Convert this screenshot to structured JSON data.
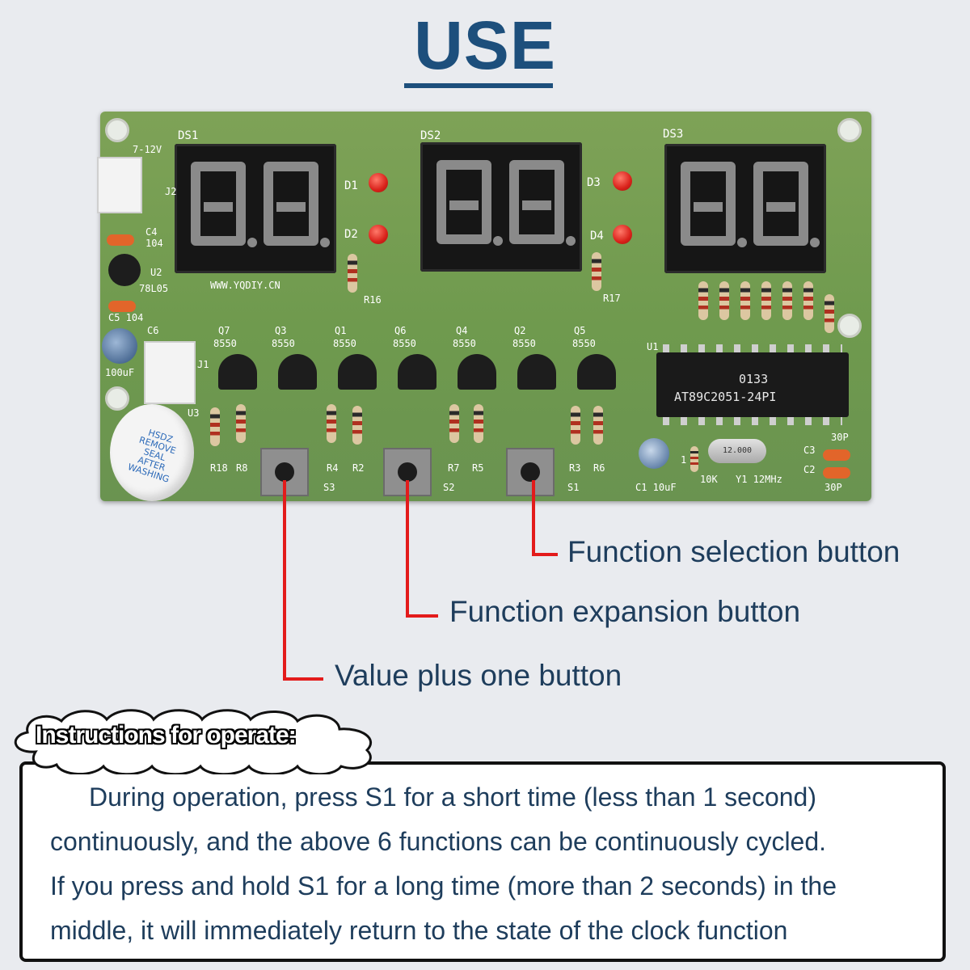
{
  "title": "USE",
  "pcb": {
    "labels": {
      "ds1": "DS1",
      "ds2": "DS2",
      "ds3": "DS3",
      "d1": "D1",
      "d2": "D2",
      "d3": "D3",
      "d4": "D4",
      "voltage": "7-12V",
      "j2": "J2",
      "j1": "J1",
      "c4": "C4",
      "c4_val": "104",
      "u2": "U2",
      "u2_val": "78L05",
      "c5": "C5 104",
      "c6": "C6",
      "c6_val": "100uF",
      "website": "WWW.YQDIY.CN",
      "r16": "R16",
      "r17": "R17",
      "q7": "Q7",
      "q3": "Q3",
      "q1": "Q1",
      "q6": "Q6",
      "q4": "Q4",
      "q2": "Q2",
      "q5": "Q5",
      "t8550": "8550",
      "u1": "U1",
      "u3": "U3",
      "r18": "R18",
      "r8": "R8",
      "r4": "R4",
      "r2": "R2",
      "r7": "R7",
      "r5": "R5",
      "r3": "R3",
      "r6": "R6",
      "s3": "S3",
      "s2": "S2",
      "s1": "S1",
      "c1": "C1 10uF",
      "r1": "1",
      "r_10k": "10K",
      "y1": "Y1 12MHz",
      "c3": "C3",
      "c2": "C2",
      "p30_top": "30P",
      "p30_bot": "30P"
    },
    "chip": {
      "code": "0133",
      "model": "AT89C2051-24PI"
    },
    "crystal_text": "12.000",
    "buzzer_text": [
      "HSDZ",
      "REMOVE",
      "SEAL",
      "AFTER",
      "WASHING"
    ]
  },
  "callouts": {
    "function_selection": "Function selection button",
    "function_expansion": "Function expansion button",
    "value_plus_one": "Value plus one button"
  },
  "instructions": {
    "heading": "Instructions for operate:",
    "lines": [
      "During operation, press S1 for a short time (less than 1 second)",
      "continuously, and the above 6 functions can be continuously cycled.",
      "If you press and hold S1 for a long time (more than 2 seconds) in the",
      "middle, it will immediately return to the state of the clock function"
    ]
  },
  "colors": {
    "title": "#1d4f7c",
    "callout_line": "#e31b1b",
    "text": "#1e3d5c",
    "pcb": "#6f9a4e"
  }
}
